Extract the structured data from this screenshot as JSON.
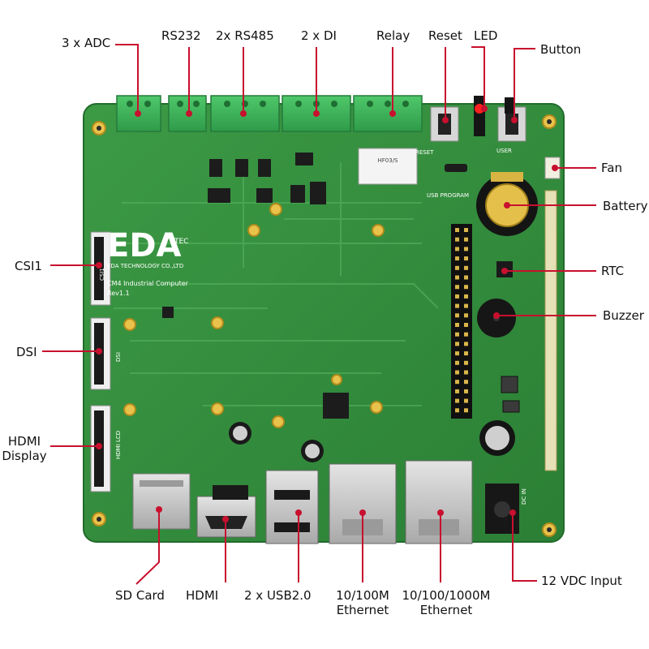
{
  "labels": {
    "adc": "3 x ADC",
    "rs232": "RS232",
    "rs485": "2x RS485",
    "di": "2 x DI",
    "relay": "Relay",
    "reset": "Reset",
    "led": "LED",
    "button": "Button",
    "fan": "Fan",
    "battery": "Battery",
    "rtc": "RTC",
    "buzzer": "Buzzer",
    "csi1": "CSI1",
    "dsi": "DSI",
    "hdmi_display_l1": "HDMI",
    "hdmi_display_l2": "Display",
    "sd_card": "SD Card",
    "hdmi": "HDMI",
    "usb": "2 x USB2.0",
    "eth100_l1": "10/100M",
    "eth100_l2": "Ethernet",
    "eth1000_l1": "10/100/1000M",
    "eth1000_l2": "Ethernet",
    "power": "12 VDC Input"
  },
  "board_text": {
    "logo": "EDA",
    "logo_sub": "TEC",
    "company": "EDA TECHNOLOGY CO.,LTD",
    "product": "CM4 Industrial Computer",
    "rev": "Rev1.1",
    "usb_program": "USB PROGRAM",
    "reset_silk": "RESET",
    "user_silk": "USER",
    "relay_text": "HF03/S",
    "csi_silk": "CSI1",
    "dsi_silk": "DSI",
    "hdmi_lcd_silk": "HDMI LCD",
    "dcin_silk": "DC IN"
  },
  "colors": {
    "pcb": "#2f8b3a",
    "pcb_light": "#45a84d",
    "terminal": "#3cb55a",
    "leader": "#c8102e",
    "metal": "#c9c9c9"
  }
}
